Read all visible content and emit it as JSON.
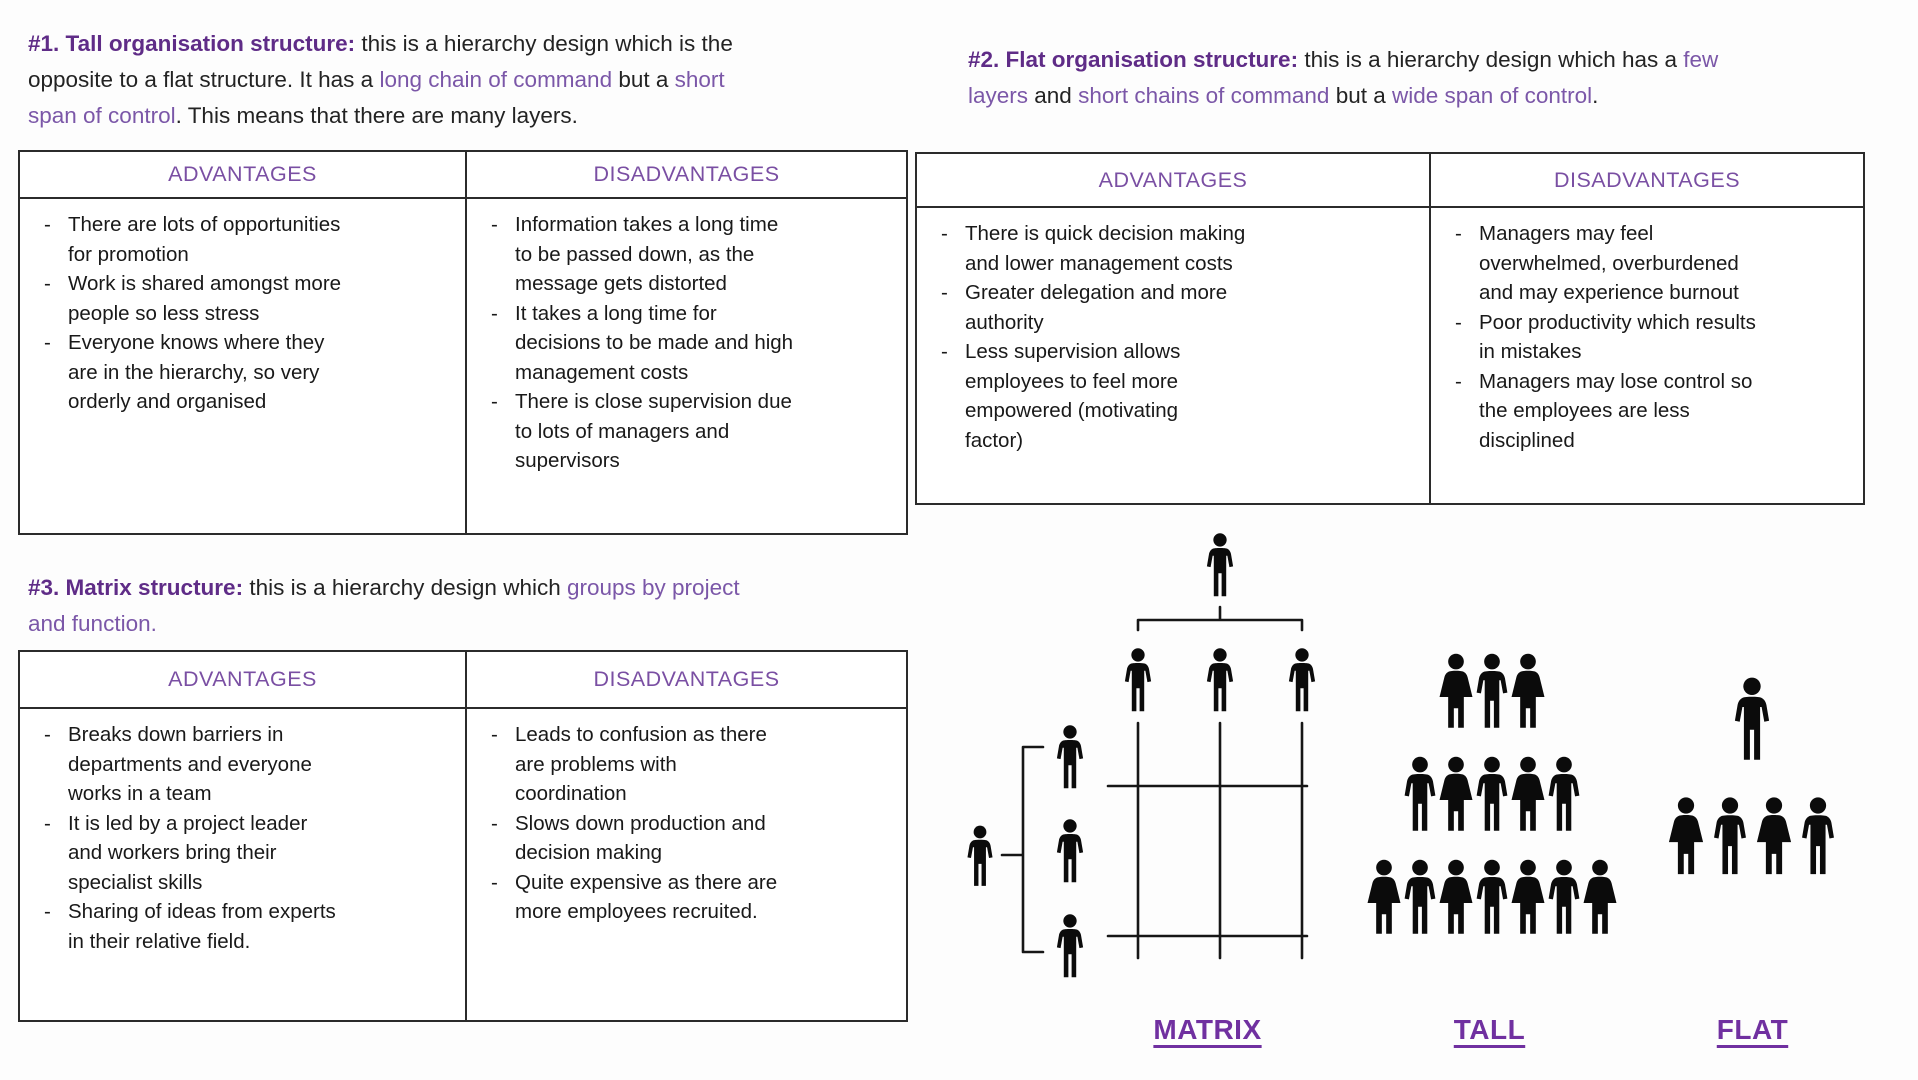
{
  "colors": {
    "accent_purple": "#7030A0",
    "heading_purple": "#5f2c87",
    "inline_purple": "#7b57a8",
    "table_header_purple": "#7a4fa3",
    "text_black": "#1c1c1c",
    "icon_black": "#0b0b0b"
  },
  "bullet_char": "-",
  "sections": {
    "tall": {
      "paragraph": [
        {
          "s": "b",
          "t": "#1. Tall organisation structure:"
        },
        {
          "s": "t",
          "t": " this is a hierarchy design which is the"
        },
        {
          "s": "br"
        },
        {
          "s": "t",
          "t": "opposite to a flat structure. It has a "
        },
        {
          "s": "p",
          "t": "long chain of command"
        },
        {
          "s": "t",
          "t": " but a "
        },
        {
          "s": "p",
          "t": "short"
        },
        {
          "s": "br"
        },
        {
          "s": "p",
          "t": "span of control"
        },
        {
          "s": "t",
          "t": ". This means that there are many layers."
        }
      ],
      "table": {
        "headers": [
          "ADVANTAGES",
          "DISADVANTAGES"
        ],
        "advantages": [
          [
            "There are lots of opportunities",
            "for promotion"
          ],
          [
            "Work is shared amongst more",
            "people so less stress"
          ],
          [
            "Everyone knows where they",
            "are in the hierarchy, so very",
            "orderly and organised"
          ]
        ],
        "disadvantages": [
          [
            "Information takes a long time",
            "to be passed down, as the",
            "message gets distorted"
          ],
          [
            "It takes a long time for",
            "decisions to be made  and high",
            "management costs"
          ],
          [
            "There is close supervision due",
            "to lots of managers and",
            "supervisors"
          ]
        ]
      }
    },
    "flat": {
      "paragraph": [
        {
          "s": "b",
          "t": "#2. Flat organisation structure:"
        },
        {
          "s": "t",
          "t": " this is a hierarchy design which has a "
        },
        {
          "s": "p",
          "t": "few"
        },
        {
          "s": "br"
        },
        {
          "s": "p",
          "t": "layers"
        },
        {
          "s": "t",
          "t": " and "
        },
        {
          "s": "p",
          "t": "short chains of command"
        },
        {
          "s": "t",
          "t": " but a "
        },
        {
          "s": "p",
          "t": "wide span of control"
        },
        {
          "s": "t",
          "t": "."
        }
      ],
      "table": {
        "headers": [
          "ADVANTAGES",
          "DISADVANTAGES"
        ],
        "advantages": [
          [
            "There is quick decision making",
            "and lower management costs"
          ],
          [
            "Greater delegation and more",
            "authority"
          ],
          [
            "Less supervision allows",
            "employees to feel more",
            "empowered (motivating",
            "factor)"
          ]
        ],
        "disadvantages": [
          [
            "Managers may feel",
            "overwhelmed, overburdened",
            "and may experience burnout"
          ],
          [
            "Poor productivity which results",
            "in mistakes"
          ],
          [
            "Managers may lose control so",
            "the employees are less",
            "disciplined"
          ]
        ]
      }
    },
    "matrix": {
      "paragraph": [
        {
          "s": "b",
          "t": "#3. Matrix structure:"
        },
        {
          "s": "t",
          "t": " this is a hierarchy design which "
        },
        {
          "s": "p",
          "t": "groups by project"
        },
        {
          "s": "br"
        },
        {
          "s": "p",
          "t": "and function."
        }
      ],
      "table": {
        "headers": [
          "ADVANTAGES",
          "DISADVANTAGES"
        ],
        "advantages": [
          [
            "Breaks down barriers in",
            "departments and everyone",
            "works in a team"
          ],
          [
            "It is led by a project leader",
            "and workers bring their",
            "specialist skills"
          ],
          [
            "Sharing of ideas from experts",
            "in their relative field."
          ]
        ],
        "disadvantages": [
          [
            "Leads to confusion as there",
            "are problems with",
            "coordination"
          ],
          [
            "Slows down production and",
            "decision making"
          ],
          [
            "Quite expensive as there are",
            "more employees recruited."
          ]
        ]
      }
    }
  },
  "diagrams": {
    "matrix": {
      "label": "MATRIX",
      "top_persons": 1,
      "column_heads": 3,
      "row_heads": 3,
      "left_persons": 1
    },
    "tall": {
      "label": "TALL",
      "rows": [
        [
          "f",
          "m",
          "f"
        ],
        [
          "m",
          "f",
          "m",
          "f",
          "m"
        ],
        [
          "f",
          "m",
          "f",
          "m",
          "f",
          "m",
          "f"
        ]
      ]
    },
    "flat": {
      "label": "FLAT",
      "top_row": [
        "m"
      ],
      "bottom_row": [
        "f",
        "m",
        "f",
        "m"
      ]
    }
  }
}
